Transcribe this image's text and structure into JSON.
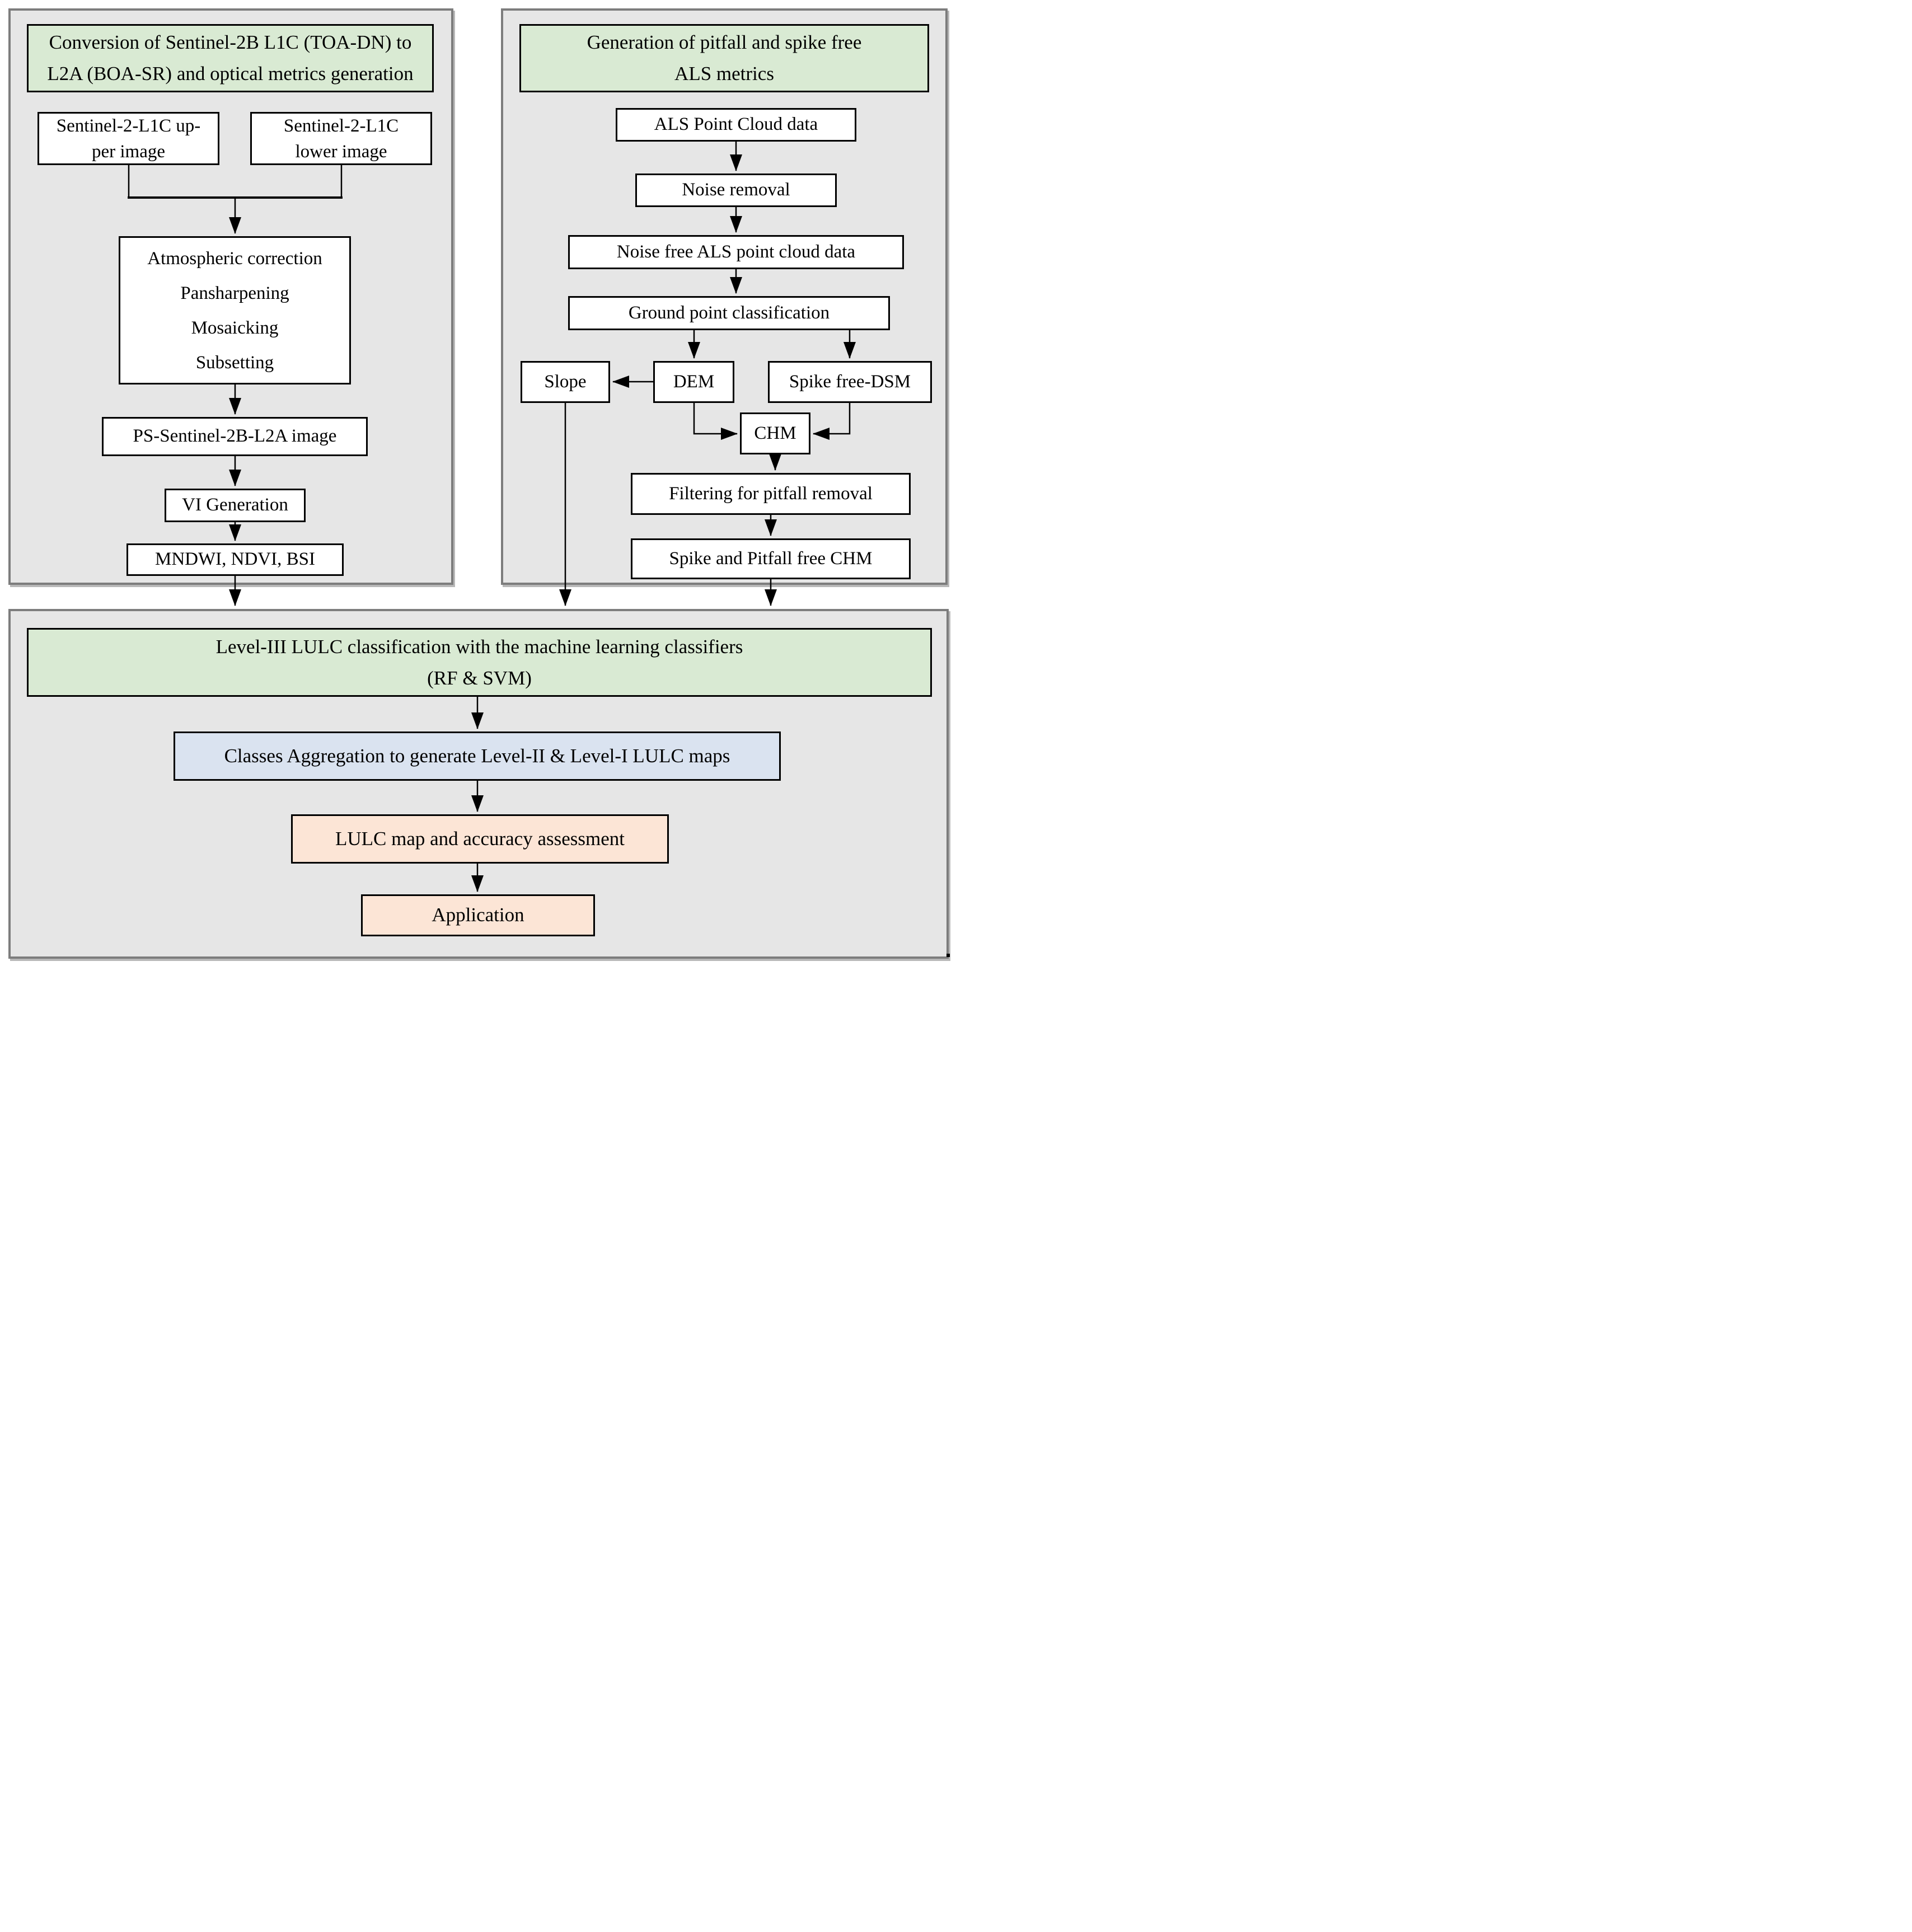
{
  "colors": {
    "panel_bg": "#e6e6e6",
    "panel_border": "#7d7d7d",
    "header_green": "#d9ead3",
    "aggregation_blue": "#dae3f0",
    "result_peach": "#fce5d6",
    "box_bg": "#ffffff",
    "line": "#000000"
  },
  "diagram": {
    "optical_panel": {
      "title_lines": [
        "Conversion of Sentinel-2B L1C (TOA-DN) to",
        "L2A (BOA-SR) and optical metrics generation"
      ],
      "sentinel_upper_lines": [
        "Sentinel-2-L1C up-",
        "per image"
      ],
      "sentinel_lower_lines": [
        "Sentinel-2-L1C",
        "lower image"
      ],
      "preprocessing_lines": [
        "Atmospheric correction",
        "Pansharpening",
        "Mosaicking",
        "Subsetting"
      ],
      "ps_image": "PS-Sentinel-2B-L2A image",
      "vi_generation": "VI Generation",
      "indices": "MNDWI, NDVI, BSI"
    },
    "als_panel": {
      "title_lines": [
        "Generation of pitfall and spike free",
        "ALS metrics"
      ],
      "point_cloud": "ALS Point Cloud data",
      "noise_removal": "Noise removal",
      "noise_free": "Noise free ALS point cloud data",
      "ground_classification": "Ground point classification",
      "slope": "Slope",
      "dem": "DEM",
      "spike_free_dsm": "Spike free-DSM",
      "chm": "CHM",
      "pitfall_filtering": "Filtering for pitfall removal",
      "spike_pitfall_free_chm": "Spike and Pitfall free CHM"
    },
    "classification_panel": {
      "title_lines": [
        "Level-III LULC classification with the machine learning classifiers",
        "(RF & SVM)"
      ],
      "classes_aggregation": "Classes Aggregation to generate Level-II & Level-I LULC maps",
      "lulc_accuracy": "LULC map and accuracy assessment",
      "application": "Application"
    }
  }
}
